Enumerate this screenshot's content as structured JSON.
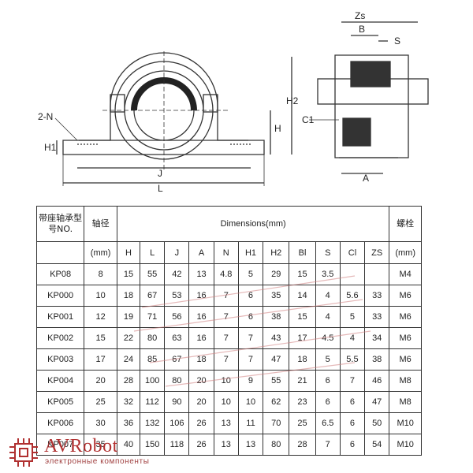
{
  "drawing": {
    "labels": {
      "zs": "Zs",
      "b": "B",
      "s": "S",
      "n": "2-N",
      "h1": "H1",
      "h2": "H2",
      "h": "H",
      "c1": "C1",
      "j": "J",
      "l": "L",
      "a": "A"
    }
  },
  "table": {
    "model_header": "带座轴承型号NO.",
    "shaft_header": "轴径",
    "dimensions_header": "Dimensions(mm)",
    "bolt_header": "螺栓",
    "unit_mm": "(mm)",
    "columns": [
      "H",
      "L",
      "J",
      "A",
      "N",
      "H1",
      "H2",
      "Bl",
      "S",
      "Cl",
      "ZS"
    ],
    "rows": [
      {
        "model": "KP08",
        "d": "8",
        "vals": [
          "15",
          "55",
          "42",
          "13",
          "4.8",
          "5",
          "29",
          "15",
          "3.5",
          "",
          ""
        ],
        "bolt": "M4"
      },
      {
        "model": "KP000",
        "d": "10",
        "vals": [
          "18",
          "67",
          "53",
          "16",
          "7",
          "6",
          "35",
          "14",
          "4",
          "5.6",
          "33"
        ],
        "bolt": "M6"
      },
      {
        "model": "KP001",
        "d": "12",
        "vals": [
          "19",
          "71",
          "56",
          "16",
          "7",
          "6",
          "38",
          "15",
          "4",
          "5",
          "33"
        ],
        "bolt": "M6"
      },
      {
        "model": "KP002",
        "d": "15",
        "vals": [
          "22",
          "80",
          "63",
          "16",
          "7",
          "7",
          "43",
          "17",
          "4.5",
          "4",
          "34"
        ],
        "bolt": "M6"
      },
      {
        "model": "KP003",
        "d": "17",
        "vals": [
          "24",
          "85",
          "67",
          "18",
          "7",
          "7",
          "47",
          "18",
          "5",
          "5.5",
          "38"
        ],
        "bolt": "M6"
      },
      {
        "model": "KP004",
        "d": "20",
        "vals": [
          "28",
          "100",
          "80",
          "20",
          "10",
          "9",
          "55",
          "21",
          "6",
          "7",
          "46"
        ],
        "bolt": "M8"
      },
      {
        "model": "KP005",
        "d": "25",
        "vals": [
          "32",
          "112",
          "90",
          "20",
          "10",
          "10",
          "62",
          "23",
          "6",
          "6",
          "47"
        ],
        "bolt": "M8"
      },
      {
        "model": "KP006",
        "d": "30",
        "vals": [
          "36",
          "132",
          "106",
          "26",
          "13",
          "11",
          "70",
          "25",
          "6.5",
          "6",
          "50"
        ],
        "bolt": "M10"
      },
      {
        "model": "KP007",
        "d": "35",
        "vals": [
          "40",
          "150",
          "118",
          "26",
          "13",
          "13",
          "80",
          "28",
          "7",
          "6",
          "54"
        ],
        "bolt": "M10"
      }
    ]
  },
  "logo": {
    "name": "AVRobot",
    "subtitle": "электронные компоненты"
  },
  "colors": {
    "logo": "#b03030",
    "watermark": "#d08080"
  }
}
